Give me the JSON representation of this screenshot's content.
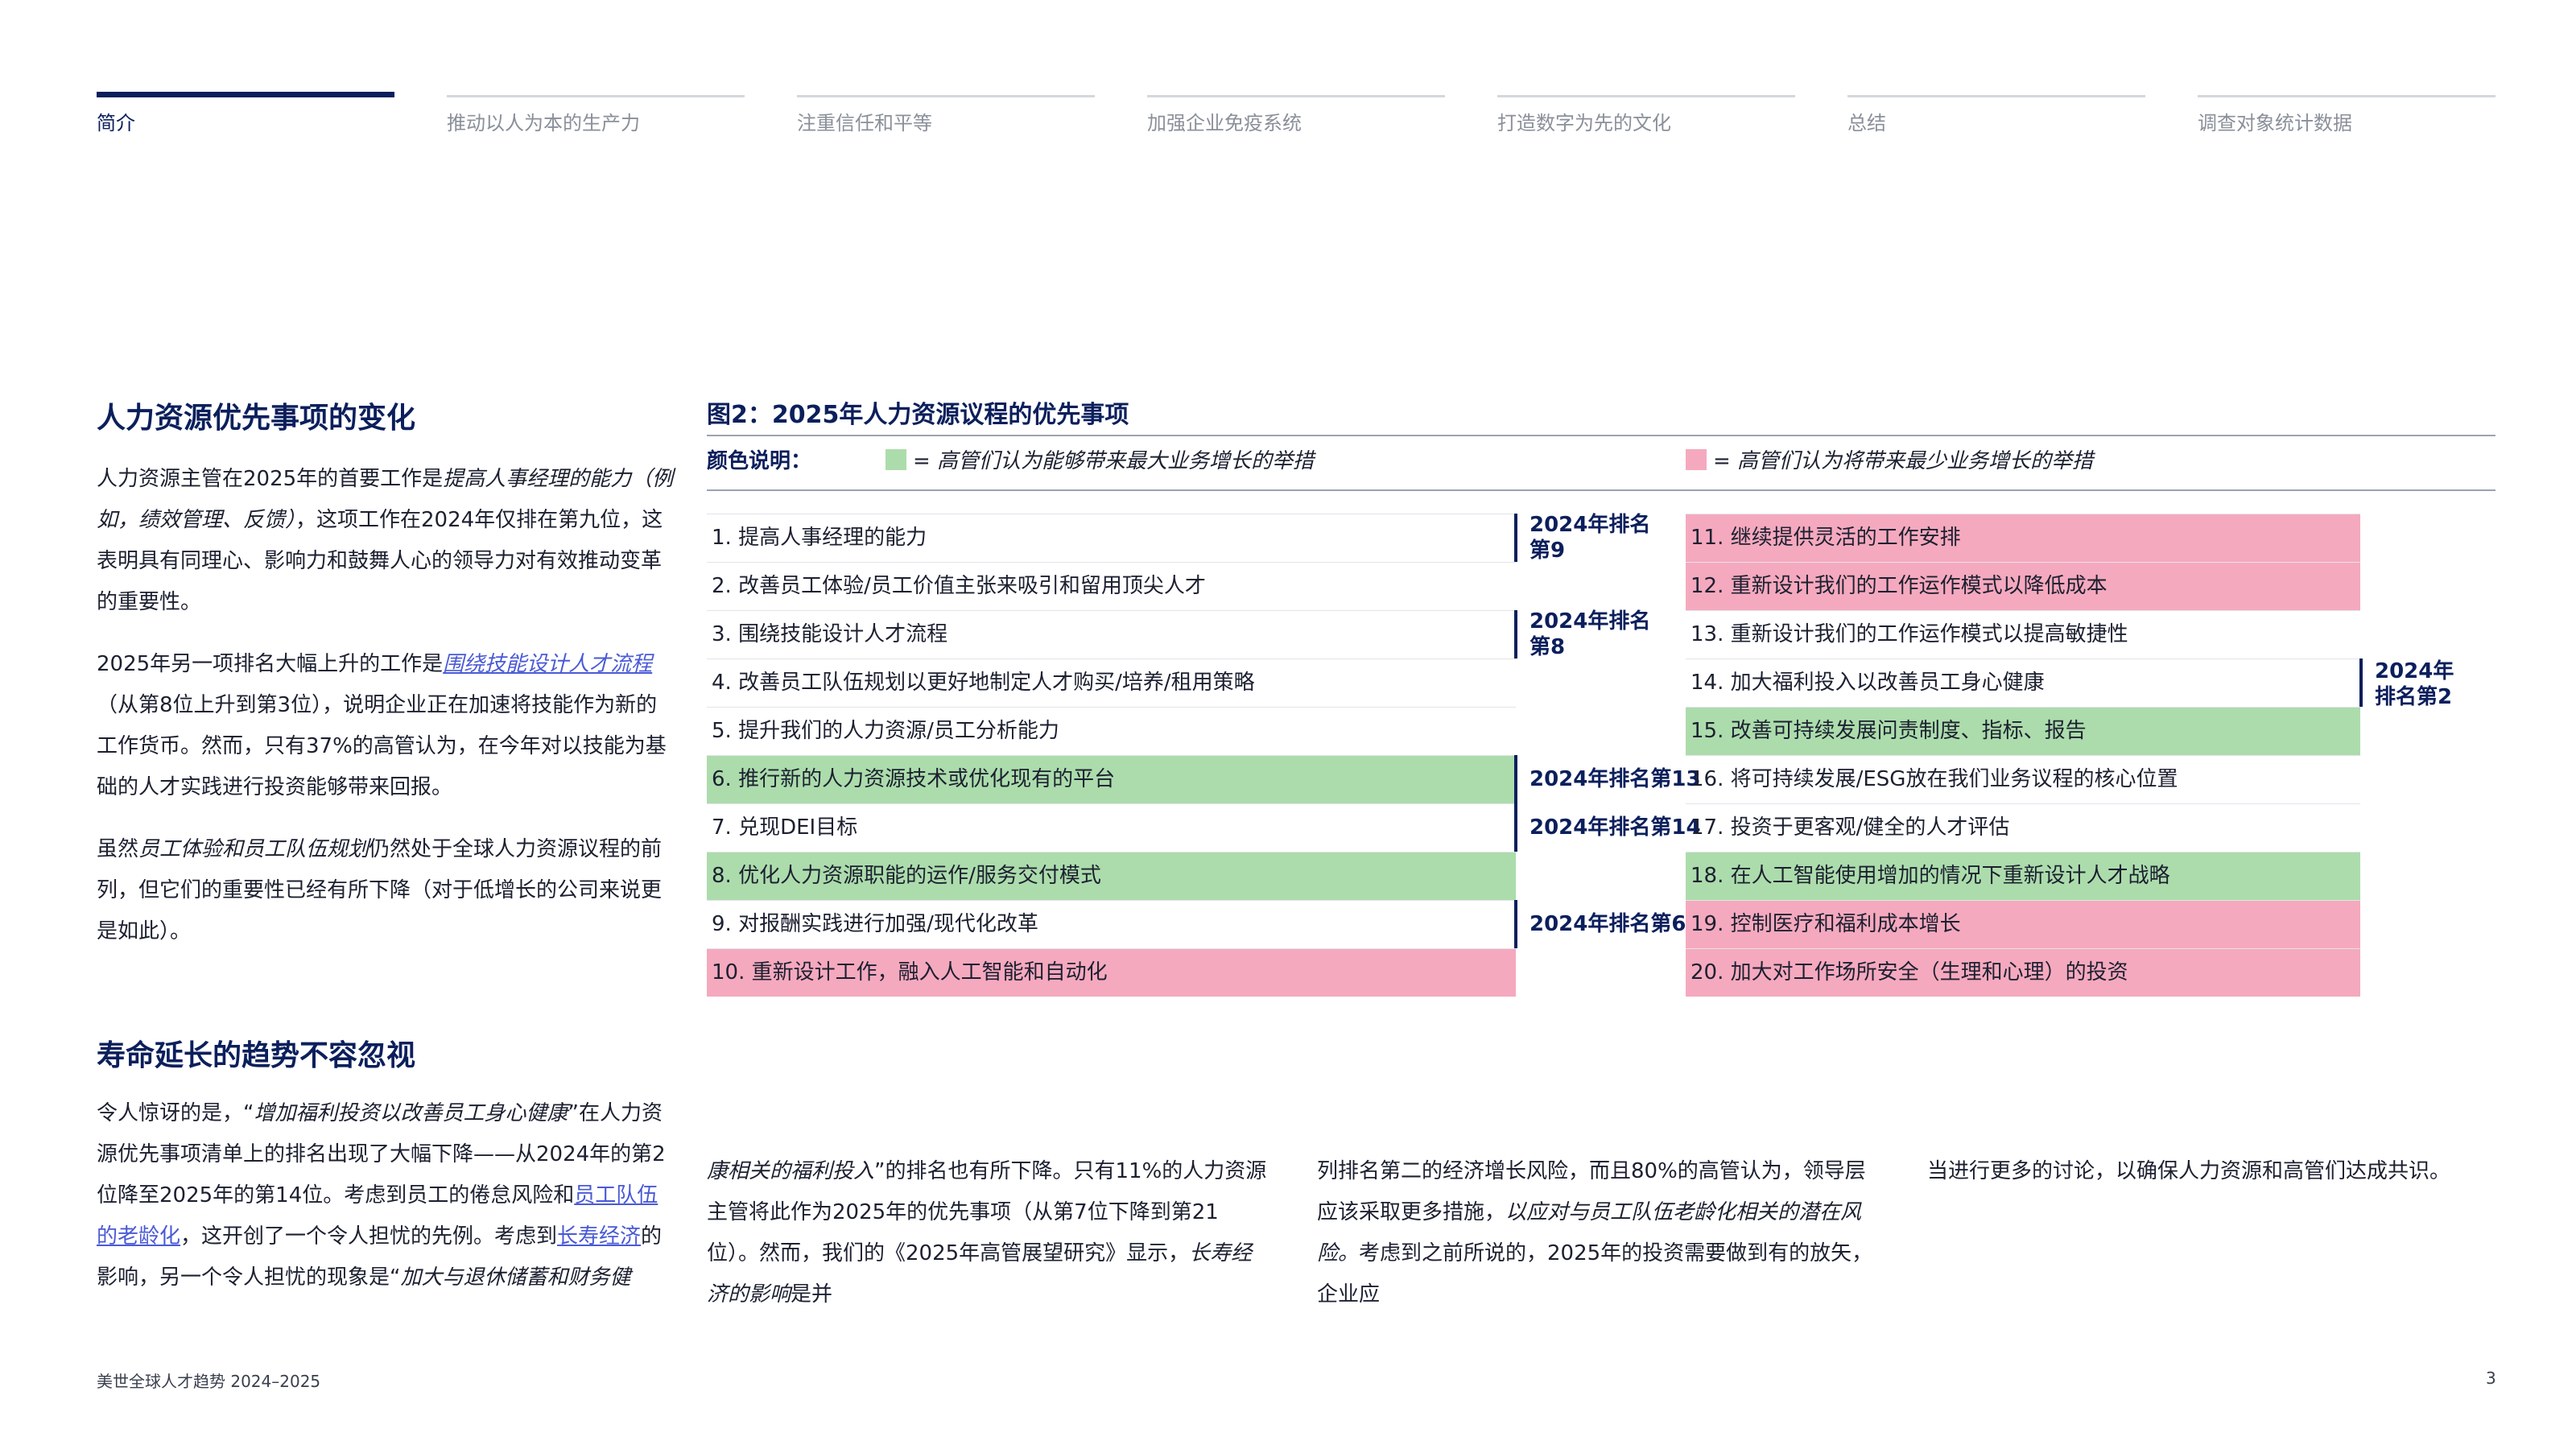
{
  "nav": {
    "items": [
      {
        "label": "简介",
        "active": true
      },
      {
        "label": "推动以人为本的生产力",
        "active": false
      },
      {
        "label": "注重信任和平等",
        "active": false
      },
      {
        "label": "加强企业免疫系统",
        "active": false
      },
      {
        "label": "打造数字为先的文化",
        "active": false
      },
      {
        "label": "总结",
        "active": false
      },
      {
        "label": "调查对象统计数据",
        "active": false
      }
    ]
  },
  "left": {
    "heading1": "人力资源优先事项的变化",
    "p1": [
      "人力资源主管在2025年的首要工作是",
      "提高人事经理的能力（例如，绩效管理、反馈）",
      "，这项工作在2024年仅排在第九位，这表明具有同理心、影响力和鼓舞人心的领导力对有效推动变革的重要性。"
    ],
    "p2": [
      "2025年另一项排名大幅上升的工作是",
      "围绕技能设计人才流程",
      "（从第8位上升到第3位），说明企业正在加速将技能作为新的工作货币。然而，只有37%的高管认为，在今年对以技能为基础的人才实践进行投资能够带来回报。"
    ],
    "p3": [
      "虽然",
      "员工体验和员工队伍规划",
      "仍然处于全球人力资源议程的前列，但它们的重要性已经有所下降（对于低增长的公司来说更是如此）。"
    ],
    "heading2": "寿命延长的趋势不容忽视",
    "p4": [
      "令人惊讶的是，“",
      "增加福利投资以改善员工身心健康",
      "”在人力资源优先事项清单上的排名出现了大幅下降——从2024年的第2位降至2025年的第14位。考虑到员工的倦怠风险和",
      "员工队伍的老龄化",
      "，这开创了一个令人担忧的先例。考虑到",
      "长寿经济",
      "的影响，另一个令人担忧的现象是“",
      "加大与退休储蓄和财务健"
    ]
  },
  "figure": {
    "title": "图2：2025年人力资源议程的优先事项",
    "legend_label": "颜色说明：",
    "legend_green": "= 高管们认为能够带来最大业务增长的举措",
    "legend_pink": "= 高管们认为将带来最少业务增长的举措",
    "colors": {
      "green": "#acdcac",
      "pink": "#f5a9be",
      "navy": "#0b1f5c"
    },
    "left_items": [
      {
        "text": "1. 提高人事经理的能力",
        "hl": ""
      },
      {
        "text": "2. 改善员工体验/员工价值主张来吸引和留用顶尖人才",
        "hl": ""
      },
      {
        "text": "3. 围绕技能设计人才流程",
        "hl": ""
      },
      {
        "text": "4. 改善员工队伍规划以更好地制定人才购买/培养/租用策略",
        "hl": ""
      },
      {
        "text": "5. 提升我们的人力资源/员工分析能力",
        "hl": ""
      },
      {
        "text": "6. 推行新的人力资源技术或优化现有的平台",
        "hl": "green"
      },
      {
        "text": "7. 兑现DEI目标",
        "hl": ""
      },
      {
        "text": "8. 优化人力资源职能的运作/服务交付模式",
        "hl": "green"
      },
      {
        "text": "9. 对报酬实践进行加强/现代化改革",
        "hl": ""
      },
      {
        "text": "10. 重新设计工作，融入人工智能和自动化",
        "hl": "pink"
      }
    ],
    "right_items": [
      {
        "text": "11. 继续提供灵活的工作安排",
        "hl": "pink"
      },
      {
        "text": "12. 重新设计我们的工作运作模式以降低成本",
        "hl": "pink"
      },
      {
        "text": "13. 重新设计我们的工作运作模式以提高敏捷性",
        "hl": ""
      },
      {
        "text": "14. 加大福利投入以改善员工身心健康",
        "hl": ""
      },
      {
        "text": "15. 改善可持续发展问责制度、指标、报告",
        "hl": "green"
      },
      {
        "text": "16. 将可持续发展/ESG放在我们业务议程的核心位置",
        "hl": ""
      },
      {
        "text": "17. 投资于更客观/健全的人才评估",
        "hl": ""
      },
      {
        "text": "18. 在人工智能使用增加的情况下重新设计人才战略",
        "hl": "green"
      },
      {
        "text": "19. 控制医疗和福利成本增长",
        "hl": "pink"
      },
      {
        "text": "20. 加大对工作场所安全（生理和心理）的投资",
        "hl": "pink"
      }
    ],
    "ranks": [
      {
        "label": "2024年排名第9"
      },
      {
        "label": "2024年排名第8"
      },
      {
        "label": "2024年排名第13"
      },
      {
        "label": "2024年排名第14"
      },
      {
        "label": "2024年排名第6"
      },
      {
        "label": "2024年排名第2"
      }
    ]
  },
  "bottom": {
    "col1": [
      "康相关的福利投入",
      "”的排名也有所下降。只有11%的人力资源主管将此作为2025年的优先事项（从第7位下降到第21位）。然而，我们的《2025年高管展望研究》显示，",
      "长寿经济的影响",
      "是并"
    ],
    "col2": [
      "列排名第二的经济增长风险，而且80%的高管认为，领导层应该采取更多措施，",
      "以应对与员工队伍老龄化相关的潜在风险。",
      "考虑到之前所说的，2025年的投资需要做到有的放矢，企业应"
    ],
    "col3": "当进行更多的讨论，以确保人力资源和高管们达成共识。"
  },
  "footer": {
    "left": "美世全球人才趋势 2024–2025",
    "page": "3"
  }
}
